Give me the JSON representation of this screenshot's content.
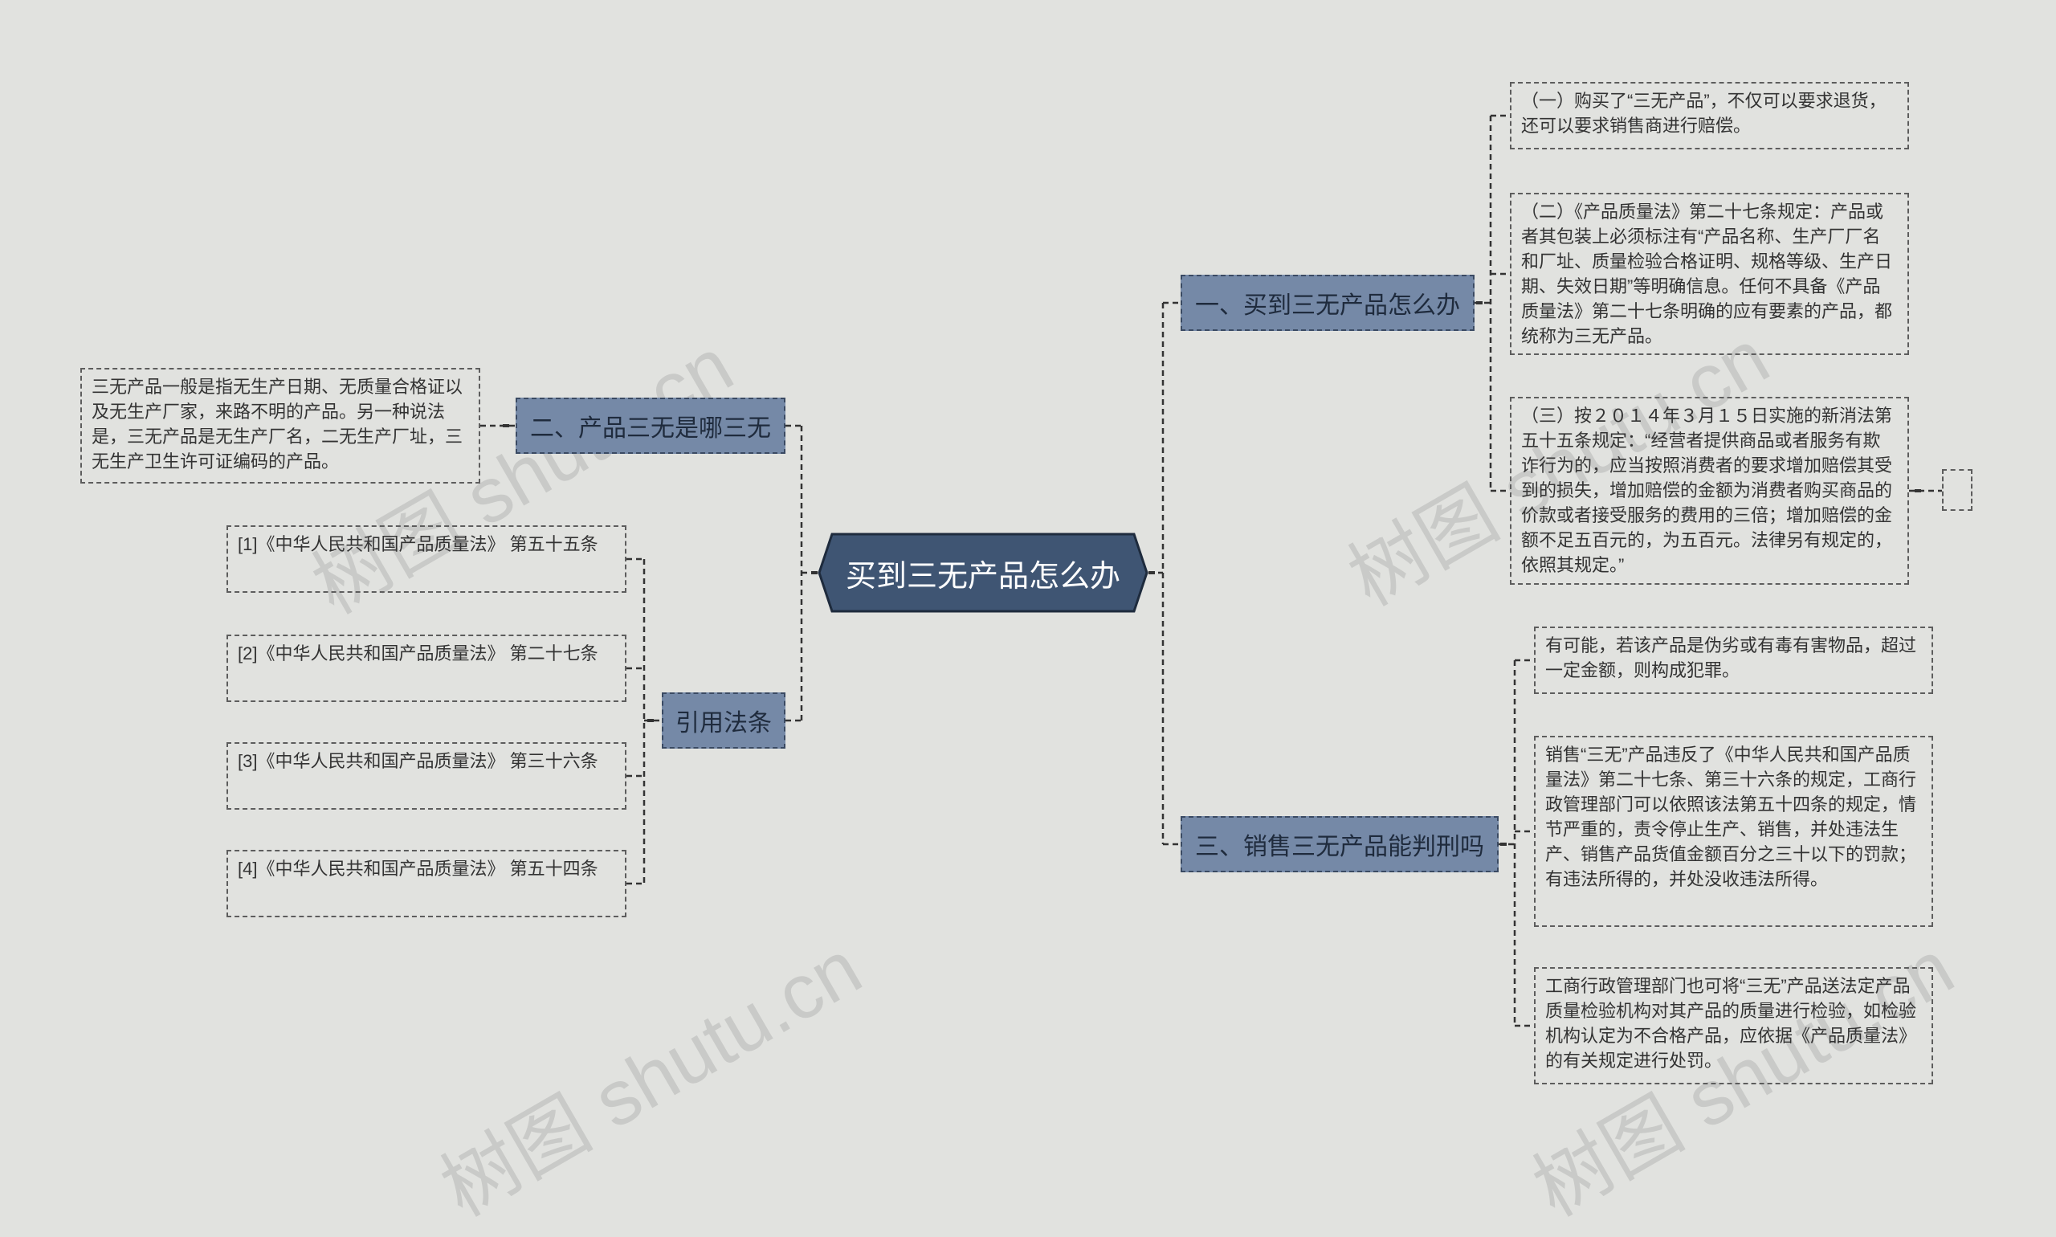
{
  "root": {
    "label": "买到三无产品怎么办"
  },
  "branches": [
    {
      "label": "一、买到三无产品怎么办",
      "children": [
        "（一）购买了“三无产品”，不仅可以要求退货，还可以要求销售商进行赔偿。",
        "（二）《产品质量法》第二十七条规定：产品或者其包装上必须标注有“产品名称、生产厂厂名和厂址、质量检验合格证明、规格等级、生产日期、失效日期”等明确信息。任何不具备《产品质量法》第二十七条明确的应有要素的产品，都统称为三无产品。",
        "（三）按２０１４年３月１５日实施的新消法第五十五条规定：“经营者提供商品或者服务有欺诈行为的，应当按照消费者的要求增加赔偿其受到的损失，增加赔偿的金额为消费者购买商品的价款或者接受服务的费用的三倍；增加赔偿的金额不足五百元的，为五百元。法律另有规定的，依照其规定。”"
      ]
    },
    {
      "label": "三、销售三无产品能判刑吗",
      "children": [
        "有可能，若该产品是伪劣或有毒有害物品，超过一定金额，则构成犯罪。",
        "销售“三无”产品违反了《中华人民共和国产品质量法》第二十七条、第三十六条的规定，工商行政管理部门可以依照该法第五十四条的规定，情节严重的，责令停止生产、销售，并处违法生产、销售产品货值金额百分之三十以下的罚款；有违法所得的，并处没收违法所得。",
        "工商行政管理部门也可将“三无”产品送法定产品质量检验机构对其产品的质量进行检验，如检验机构认定为不合格产品，应依据《产品质量法》的有关规定进行处罚。"
      ]
    },
    {
      "label": "二、产品三无是哪三无",
      "children": [
        "三无产品一般是指无生产日期、无质量合格证以及无生产厂家，来路不明的产品。另一种说法是，三无产品是无生产厂名，二无生产厂址，三无生产卫生许可证编码的产品。"
      ]
    },
    {
      "label": "引用法条",
      "children": [
        "[1]《中华人民共和国产品质量法》 第五十五条",
        "[2]《中华人民共和国产品质量法》 第二十七条",
        "[3]《中华人民共和国产品质量法》 第三十六条",
        "[4]《中华人民共和国产品质量法》 第五十四条"
      ]
    }
  ],
  "watermark": "树图 shutu.cn",
  "colors": {
    "root": "#3f5573",
    "branch": "#7589a7",
    "background": "#e1e2df",
    "line": "#333333"
  }
}
